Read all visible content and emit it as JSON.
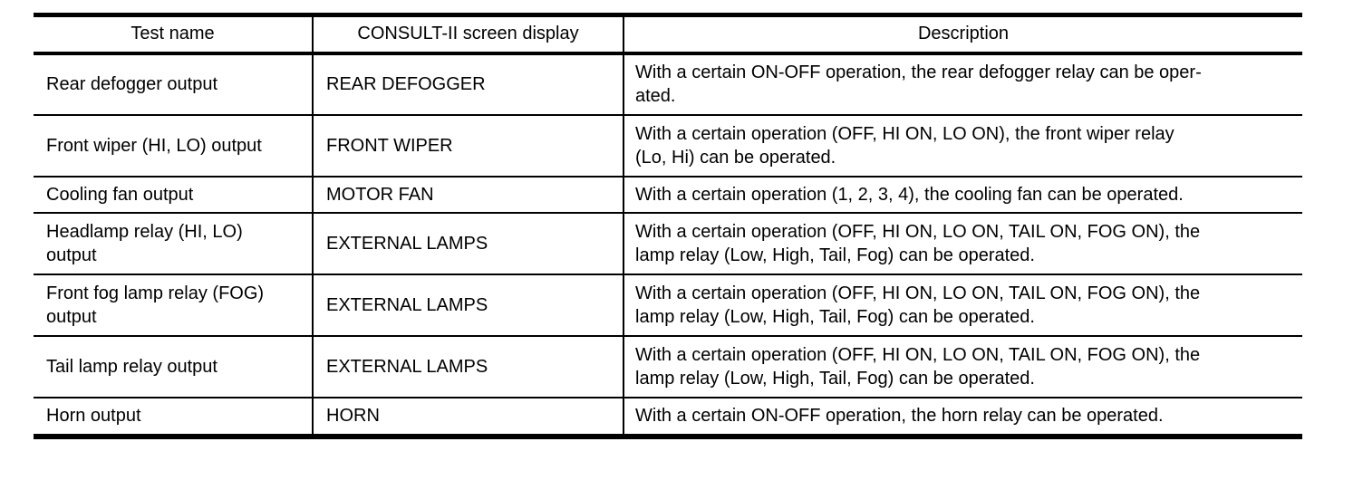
{
  "page": {
    "background_color": "#ffffff",
    "text_color": "#000000",
    "border_color": "#000000"
  },
  "table": {
    "headers": [
      "Test name",
      "CONSULT-II screen display",
      "Description"
    ],
    "rows": [
      {
        "test_name": "Rear defogger output",
        "screen_display": "REAR DEFOGGER",
        "description": "With a certain ON-OFF operation, the rear defogger relay can be oper-\nated."
      },
      {
        "test_name": "Front wiper (HI, LO) output",
        "screen_display": "FRONT WIPER",
        "description": "With a certain operation (OFF, HI ON, LO ON), the front wiper relay\n(Lo, Hi) can be operated."
      },
      {
        "test_name": "Cooling fan output",
        "screen_display": "MOTOR FAN",
        "description": "With a certain operation (1, 2, 3, 4), the cooling fan can be operated."
      },
      {
        "test_name": "Headlamp relay (HI, LO)\noutput",
        "screen_display": "EXTERNAL LAMPS",
        "description": "With a certain operation (OFF, HI ON, LO ON, TAIL ON, FOG ON), the\nlamp relay (Low, High, Tail, Fog) can be operated."
      },
      {
        "test_name": "Front fog lamp relay (FOG)\noutput",
        "screen_display": "EXTERNAL LAMPS",
        "description": "With a certain operation (OFF, HI ON, LO ON, TAIL ON, FOG ON), the\nlamp relay (Low, High, Tail, Fog) can be operated."
      },
      {
        "test_name": "Tail lamp relay output",
        "screen_display": "EXTERNAL LAMPS",
        "description": "With a certain operation (OFF, HI ON, LO ON, TAIL ON, FOG ON), the\nlamp relay (Low, High, Tail, Fog) can be operated."
      },
      {
        "test_name": "Horn output",
        "screen_display": "HORN",
        "description": "With a certain ON-OFF operation, the horn relay can be operated."
      }
    ]
  }
}
